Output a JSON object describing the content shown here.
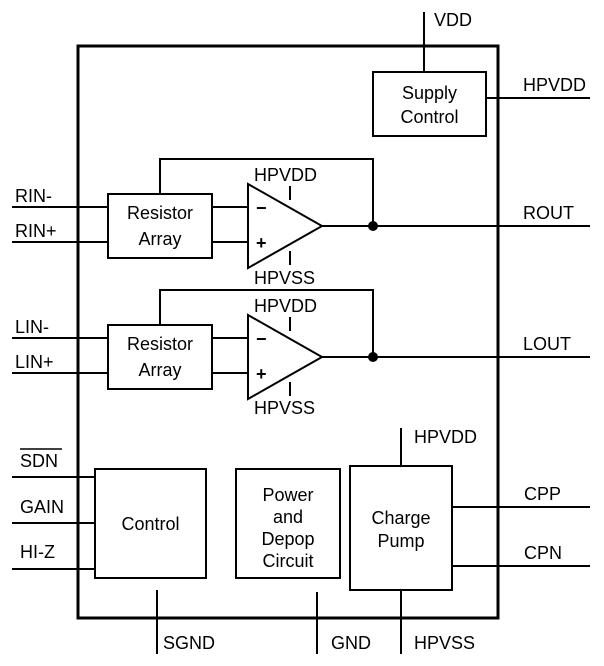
{
  "pins": {
    "vdd": "VDD",
    "hpvdd_top": "HPVDD",
    "rin_minus": "RIN-",
    "rin_plus": "RIN+",
    "rout": "ROUT",
    "lin_minus": "LIN-",
    "lin_plus": "LIN+",
    "lout": "LOUT",
    "sdn": "SDN",
    "gain": "GAIN",
    "hiz": "HI-Z",
    "hpvdd_cp": "HPVDD",
    "cpp": "CPP",
    "cpn": "CPN",
    "sgnd": "SGND",
    "gnd": "GND",
    "hpvss_bottom": "HPVSS"
  },
  "blocks": {
    "supply_control": [
      "Supply",
      "Control"
    ],
    "resistor_array_r": [
      "Resistor",
      "Array"
    ],
    "resistor_array_l": [
      "Resistor",
      "Array"
    ],
    "control": "Control",
    "power_depop": [
      "Power",
      "and",
      "Depop",
      "Circuit"
    ],
    "charge_pump": [
      "Charge",
      "Pump"
    ]
  },
  "amplifiers": {
    "right": {
      "supply_pos": "HPVDD",
      "supply_neg": "HPVSS",
      "inv": "−",
      "noninv": "+"
    },
    "left": {
      "supply_pos": "HPVDD",
      "supply_neg": "HPVSS",
      "inv": "−",
      "noninv": "+"
    }
  }
}
